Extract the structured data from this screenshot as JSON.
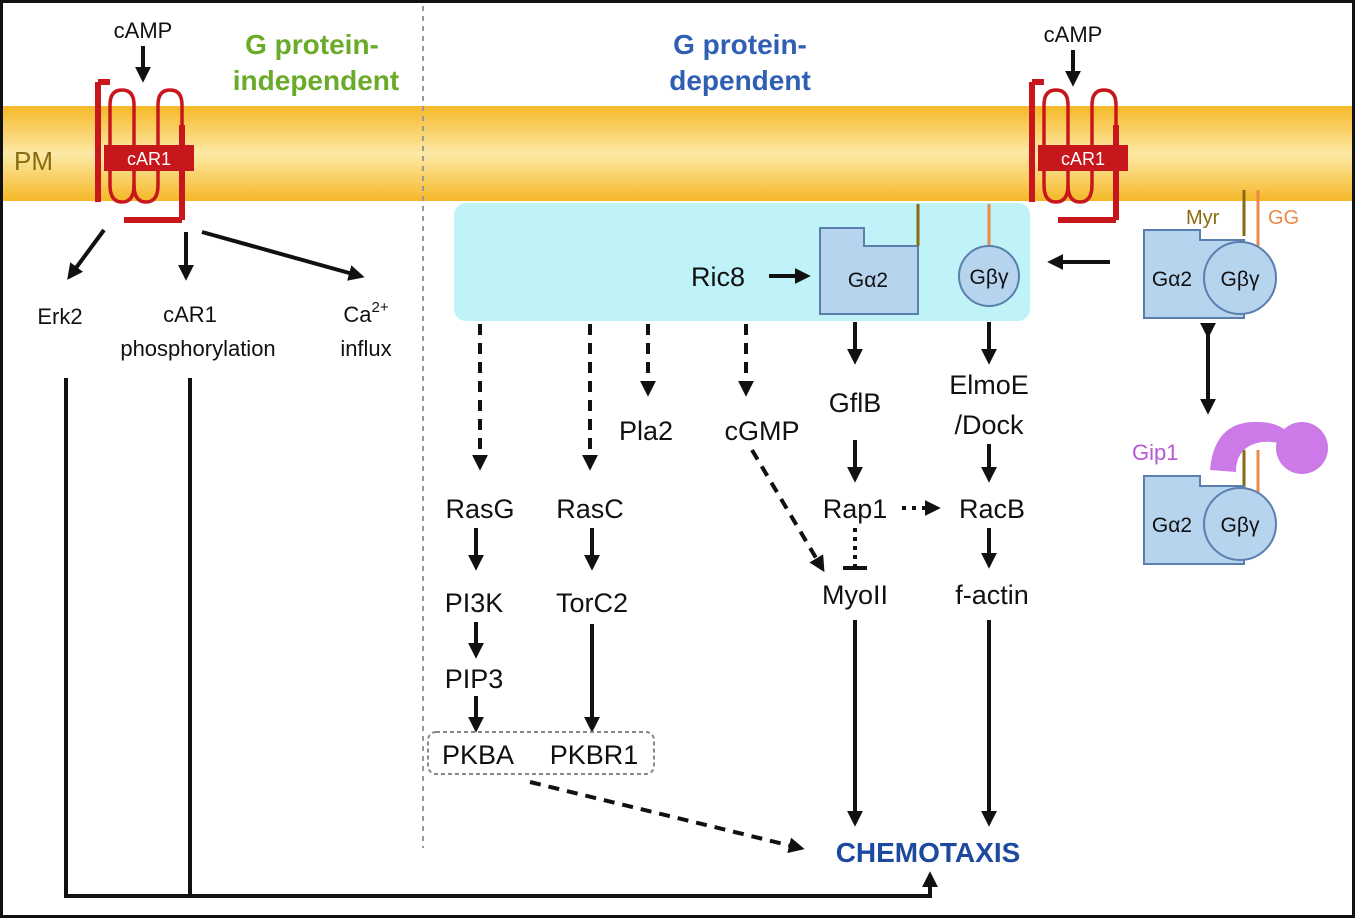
{
  "headers": {
    "independent_line1": "G protein-",
    "independent_line2": "independent",
    "dependent_line1": "G protein-",
    "dependent_line2": "dependent"
  },
  "membrane": {
    "label": "PM"
  },
  "receptors": {
    "left": {
      "ligand": "cAMP",
      "name": "cAR1"
    },
    "right": {
      "ligand": "cAMP",
      "name": "cAR1"
    }
  },
  "independent": {
    "erk2": "Erk2",
    "phos_line1": "cAR1",
    "phos_line2": "phosphorylation",
    "ca_base": "Ca",
    "ca_sup": "2+",
    "ca_line2": "influx"
  },
  "complex": {
    "ric8": "Ric8",
    "galpha": "Gα2",
    "gbg": "Gβγ"
  },
  "side": {
    "myr": "Myr",
    "gg": "GG",
    "galpha": "Gα2",
    "gbg": "Gβγ",
    "gip1": "Gip1",
    "galpha2": "Gα2",
    "gbg2": "Gβγ"
  },
  "pathway": {
    "pla2": "Pla2",
    "cgmp": "cGMP",
    "gflb": "GflB",
    "elmoe_line1": "ElmoE",
    "elmoe_line2": "/Dock",
    "rasg": "RasG",
    "rasc": "RasC",
    "rap1": "Rap1",
    "racb": "RacB",
    "pi3k": "PI3K",
    "torc2": "TorC2",
    "myoii": "MyoII",
    "factin": "f-actin",
    "pip3": "PIP3",
    "pkba": "PKBA",
    "pkbr1": "PKBR1",
    "chemotaxis": "CHEMOTAXIS"
  },
  "colors": {
    "membrane": "#f6b828",
    "membrane_light": "#fbe8a8",
    "receptor": "#c8161d",
    "complex_bg": "#bff3f8",
    "protein_fill": "#b7d4ee",
    "protein_stroke": "#5a7fae",
    "gip1": "#cc7ae8",
    "independent_text": "#6aab2a",
    "dependent_text": "#2f5fb3",
    "chemotaxis_text": "#1d4a9e"
  }
}
